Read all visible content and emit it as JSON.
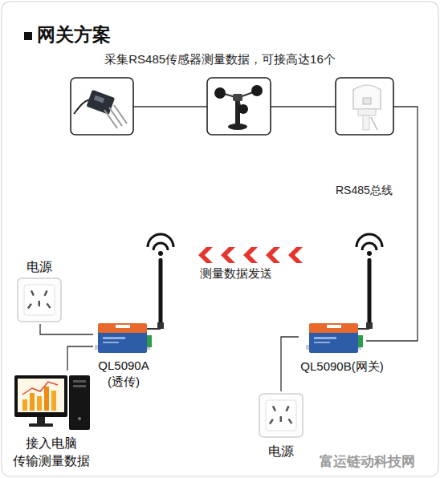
{
  "diagram": {
    "title": "网关方案",
    "nodes": [
      {
        "text": [
          "电源"
        ]
      },
      {
        "text": [
          "QL5090A (透传)"
        ]
      },
      {
        "text": [
          "接入电脑 传输测量数据"
        ]
      },
      {
        "text": [
          "QL5090B(网关)"
        ]
      },
      {
        "text": [
          "电源"
        ]
      }
    ],
    "edges": [
      {
        "from": 0,
        "to": 1,
        "arrow": "none"
      },
      {
        "from": 2,
        "to": 1,
        "arrow": "none"
      },
      {
        "from": 3,
        "to": 4,
        "arrow": "none"
      },
      {
        "from": 3,
        "to": 1,
        "arrow": "to",
        "label": "测量数据发送"
      }
    ],
    "labels": [
      "采集RS485传感器测量数据，可接高达16个",
      "RS485总线",
      "富运链动科技网"
    ]
  }
}
